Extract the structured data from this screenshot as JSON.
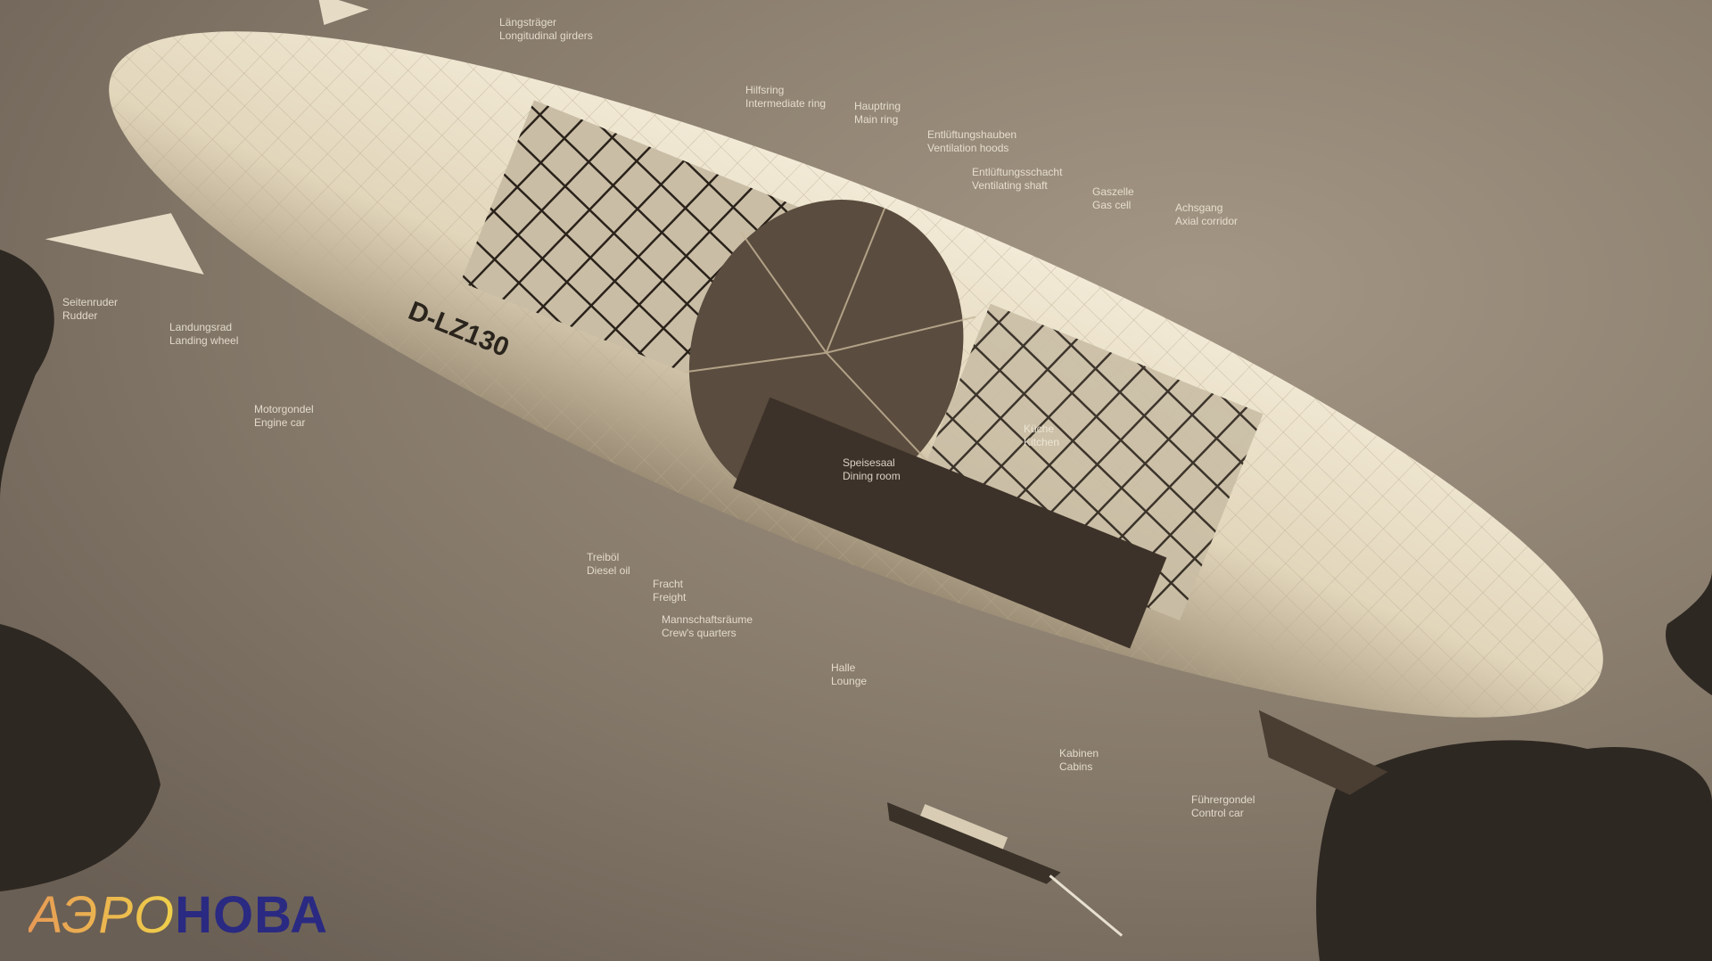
{
  "hull_registration": "D-LZ130",
  "labels": [
    {
      "de": "Längsträger",
      "en": "Longitudinal girders"
    },
    {
      "de": "Hilfsring",
      "en": "Intermediate ring"
    },
    {
      "de": "Hauptring",
      "en": "Main ring"
    },
    {
      "de": "Entlüftungshauben",
      "en": "Ventilation hoods"
    },
    {
      "de": "Entlüftungsschacht",
      "en": "Ventilating shaft"
    },
    {
      "de": "Gaszelle",
      "en": "Gas cell"
    },
    {
      "de": "Achsgang",
      "en": "Axial corridor"
    },
    {
      "de": "Seitenruder",
      "en": "Rudder"
    },
    {
      "de": "Landungsrad",
      "en": "Landing wheel"
    },
    {
      "de": "Motorgondel",
      "en": "Engine car"
    },
    {
      "de": "Treiböl",
      "en": "Diesel oil"
    },
    {
      "de": "Fracht",
      "en": "Freight"
    },
    {
      "de": "Mannschaftsräume",
      "en": "Crew's quarters"
    },
    {
      "de": "Halle",
      "en": "Lounge"
    },
    {
      "de": "Kabinen",
      "en": "Cabins"
    },
    {
      "de": "Speisesaal",
      "en": "Dining room"
    },
    {
      "de": "Küche",
      "en": "Kitchen"
    },
    {
      "de": "Führergondel",
      "en": "Control car"
    }
  ],
  "logo": {
    "part1": "АЭРО",
    "part2": "НОВА"
  }
}
